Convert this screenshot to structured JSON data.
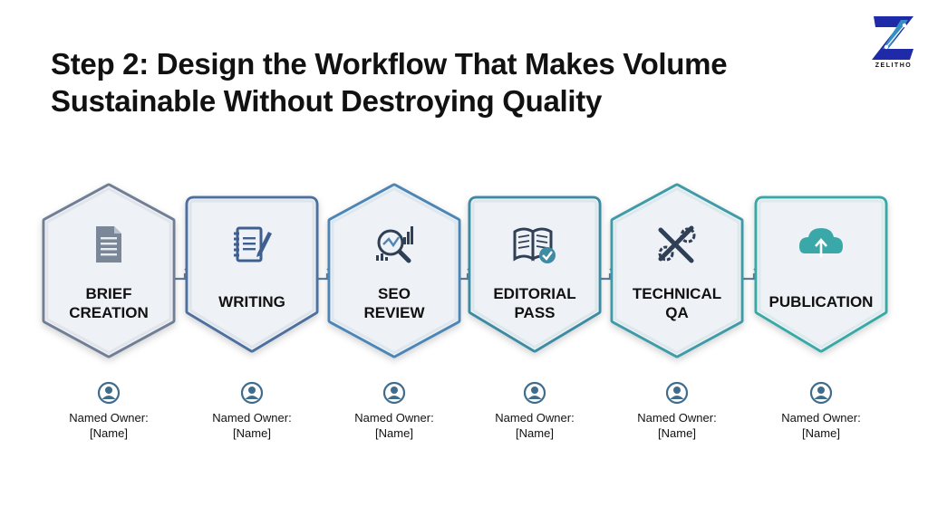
{
  "title": {
    "line1": "Step 2: Design the Workflow That Makes Volume",
    "line2": "Sustainable Without Destroying Quality"
  },
  "logo": {
    "text": "ZELITHO",
    "colors": {
      "letter": "#1e2aa8",
      "accent": "#3aa0c8"
    }
  },
  "steps": [
    {
      "label_lines": [
        "BRIEF",
        "CREATION"
      ],
      "icon": "document-icon",
      "shape": "hexagon",
      "color": "#6f7f96",
      "owner_label": "Named Owner:",
      "owner_value": "[Name]"
    },
    {
      "label_lines": [
        "WRITING"
      ],
      "icon": "notebook-pen-icon",
      "shape": "pentagon",
      "color": "#4d6f9e",
      "owner_label": "Named Owner:",
      "owner_value": "[Name]"
    },
    {
      "label_lines": [
        "SEO",
        "REVIEW"
      ],
      "icon": "magnifier-chart-icon",
      "shape": "hexagon",
      "color": "#4e86b6",
      "owner_label": "Named Owner:",
      "owner_value": "[Name]"
    },
    {
      "label_lines": [
        "EDITORIAL",
        "PASS"
      ],
      "icon": "book-check-icon",
      "shape": "pentagon",
      "color": "#3e8ba3",
      "owner_label": "Named Owner:",
      "owner_value": "[Name]"
    },
    {
      "label_lines": [
        "TECHNICAL",
        "QA"
      ],
      "icon": "tools-gears-icon",
      "shape": "hexagon",
      "color": "#3f9aa8",
      "owner_label": "Named Owner:",
      "owner_value": "[Name]"
    },
    {
      "label_lines": [
        "PUBLICATION"
      ],
      "icon": "cloud-upload-icon",
      "shape": "pentagon",
      "color": "#3aa8a8",
      "owner_label": "Named Owner:",
      "owner_value": "[Name]"
    }
  ],
  "colors": {
    "card_fill": "#eef1f5",
    "arrow": "#5f7f9f",
    "icon_dark": "#2f3f55",
    "owner_icon": "#3f6c8c"
  }
}
